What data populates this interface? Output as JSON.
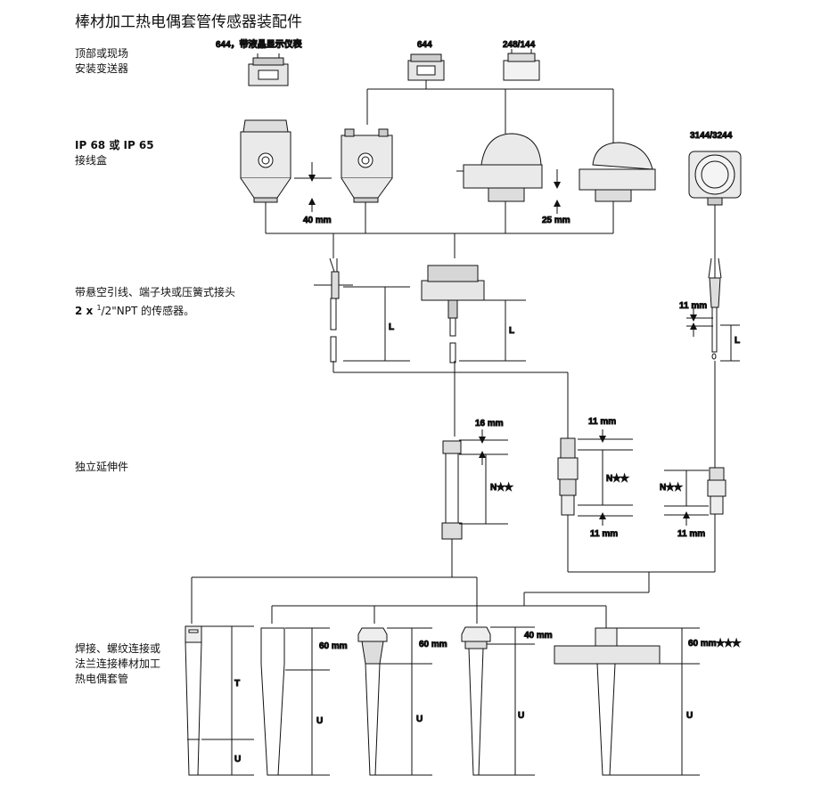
{
  "title": "棒材加工热电偶套管传感器装配件",
  "sections": {
    "transmitter": {
      "line1": "顶部或现场",
      "line2": "安装变送器"
    },
    "junction_box": {
      "line1": "IP 68 或 IP 65",
      "line2": "接线盒"
    },
    "sensors": {
      "line1": "带悬空引线、端子块或压簧式接头",
      "line2_prefix": "2 x ",
      "line2_sup": "1",
      "line2_suffix": "/2\"NPT 的传感器。"
    },
    "extension": {
      "line1": "独立延伸件"
    },
    "thermowell": {
      "line1": "焊接、螺纹连接或",
      "line2": "法兰连接棒材加工",
      "line3": "热电偶套管"
    }
  },
  "labels": {
    "t644_lcd": "644，带液晶显示仪表",
    "t644": "644",
    "t248": "248/144",
    "t3144": "3144/3244"
  },
  "dimensions": {
    "d40": "40 mm",
    "d25": "25 mm",
    "L1": "L",
    "L2": "L",
    "L3": "L",
    "d11_top": "11 mm",
    "d16": "16 mm",
    "n1": "N★★",
    "d11_ext_top": "11 mm",
    "n2": "N★★",
    "d11_ext_bot": "11 mm",
    "n3": "N★★",
    "d11_ext3_bot": "11 mm",
    "T": "T",
    "U1": "U",
    "d60a": "60 mm",
    "U2": "U",
    "d60b": "60 mm",
    "U3": "U",
    "d40b": "40 mm",
    "U4": "U",
    "d60c": "60 mm★★★",
    "U5": "U"
  }
}
